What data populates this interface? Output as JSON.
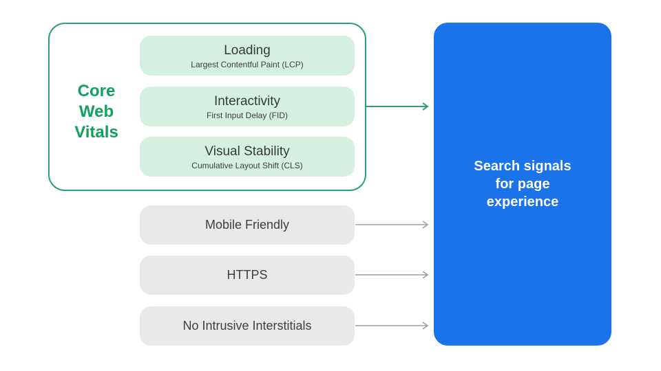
{
  "core_group": {
    "label": "Core Web Vitals",
    "items": [
      {
        "title": "Loading",
        "subtitle": "Largest Contentful Paint (LCP)"
      },
      {
        "title": "Interactivity",
        "subtitle": "First Input Delay (FID)"
      },
      {
        "title": "Visual Stability",
        "subtitle": "Cumulative Layout Shift (CLS)"
      }
    ]
  },
  "other_signals": [
    {
      "title": "Mobile Friendly"
    },
    {
      "title": "HTTPS"
    },
    {
      "title": "No Intrusive Interstitials"
    }
  ],
  "result": {
    "label": "Search signals for page experience"
  },
  "icons": {
    "core_arrow": "right-arrow-icon",
    "signal_arrow": "right-arrow-icon"
  },
  "colors": {
    "green_border": "#2aa36e",
    "green_text": "#12a05f",
    "green_arrow": "#2e9e6e",
    "mint_fill": "#d4f0e1",
    "gray_fill": "#e9e9ea",
    "gray_arrow": "#9aa0a6",
    "blue_fill": "#1a73e8",
    "dark_text": "#3c4043",
    "white_text": "#ffffff"
  }
}
